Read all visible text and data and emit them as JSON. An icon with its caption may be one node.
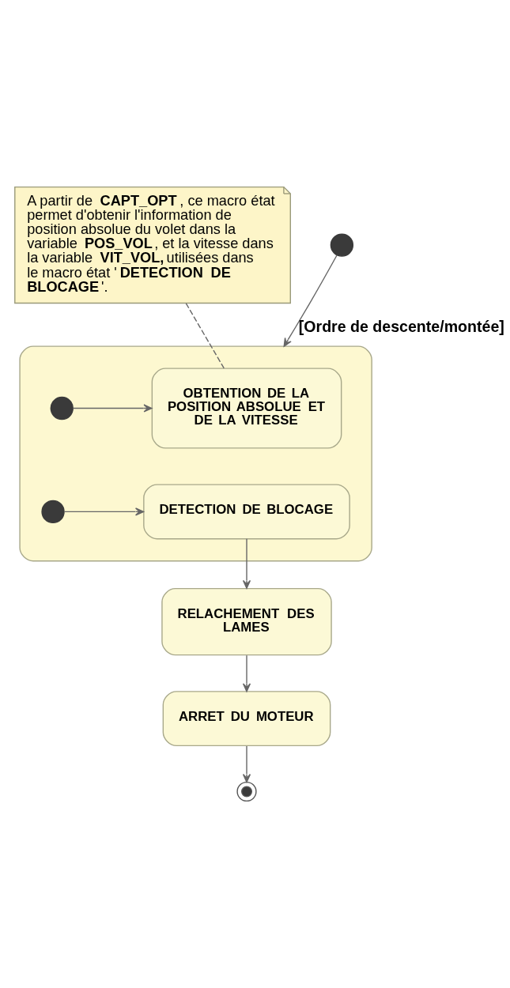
{
  "diagram": {
    "nodes": [
      {
        "text": [
          "A partir de **CAPT_OPT**, ce macro état permet d'obtenir l'information de position absolue du volet dans la variable **POS_VOL**, et la vitesse dans la variable **VIT_VOL,** utilisées dans le macro état '**DETECTION DE BLOCAGE**'."
        ]
      },
      {
        "text": [],
        "shape": "circle"
      },
      {
        "text": [],
        "shape": "box"
      },
      {
        "text": [],
        "shape": "circle",
        "in": 2
      },
      {
        "text": [
          "OBTENTION DE LA POSITION ABSOLUE ET DE LA VITESSE"
        ],
        "in": 2
      },
      {
        "text": [],
        "shape": "circle",
        "in": 2
      },
      {
        "text": [
          "DETECTION DE BLOCAGE"
        ],
        "in": 2
      },
      {
        "text": [
          "RELACHEMENT DES LAMES"
        ]
      },
      {
        "text": [
          "ARRET DU MOTEUR"
        ]
      },
      {
        "text": [],
        "shape": "bullseye"
      }
    ],
    "edges": [
      {
        "from": 0,
        "to": 4,
        "arrow": "none",
        "style": "dashed"
      },
      {
        "from": 1,
        "to": 2,
        "arrow": "to",
        "label": "[Ordre de descente/montée]"
      },
      {
        "from": 3,
        "to": 4,
        "arrow": "to"
      },
      {
        "from": 5,
        "to": 6,
        "arrow": "to"
      },
      {
        "from": 6,
        "to": 7,
        "arrow": "to"
      },
      {
        "from": 7,
        "to": 8,
        "arrow": "to"
      },
      {
        "from": 8,
        "to": 9,
        "arrow": "to"
      }
    ]
  }
}
